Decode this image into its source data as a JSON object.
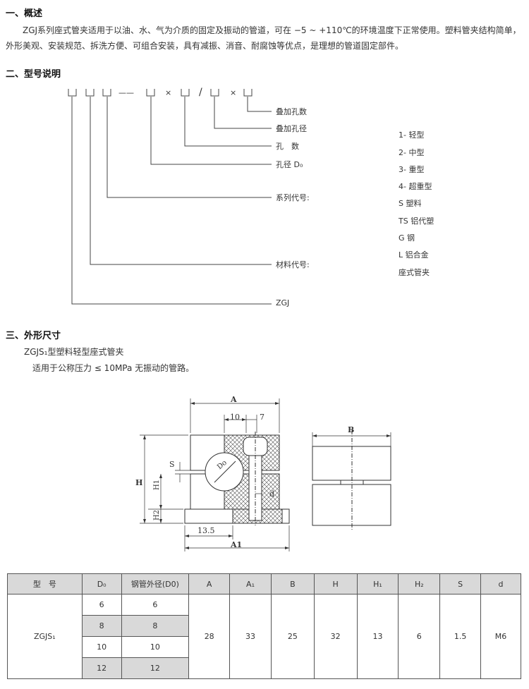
{
  "section1": {
    "title": "一、概述",
    "text": "ZGJ系列座式管夹适用于以油、水、气为介质的固定及振动的管道，可在 −5 ~ +110℃的环境温度下正常使用。塑料管夹结构简单，外形美观、安装规范、拆洗方便、可组合安装，具有减振、消音、耐腐蚀等优点，是理想的管道固定部件。"
  },
  "section2": {
    "title": "二、型号说明",
    "symbols": {
      "dash": "——",
      "times1": "×",
      "slash": "/",
      "times2": "×"
    },
    "labels": [
      "叠加孔数",
      "叠加孔径",
      "孔　数",
      "孔径 D₀",
      "系列代号:",
      "材料代号:",
      "ZGJ"
    ],
    "legend": [
      "1- 轻型",
      "2- 中型",
      "3- 重型",
      "4- 超重型",
      "S 塑料",
      "TS 铝代塑",
      "G 钢",
      "L 铝合金",
      "座式管夹"
    ]
  },
  "section3": {
    "title": "三、外形尺寸",
    "line1": "ZGJS₁型塑料轻型座式管夹",
    "line2": "适用于公称压力 ≤ 10MPa 无振动的管路。"
  },
  "drawing": {
    "A": "A",
    "dim10": "10",
    "dim7": "7",
    "S": "S",
    "Do": "Do",
    "H": "H",
    "H1": "H1",
    "H2": "H2",
    "d": "d",
    "dim13_5": "13.5",
    "A1": "A1",
    "B": "B"
  },
  "table": {
    "headers": [
      "型　号",
      "D₀",
      "钢管外径(D0)",
      "A",
      "A₁",
      "B",
      "H",
      "H₁",
      "H₂",
      "S",
      "d"
    ],
    "model": "ZGJS₁",
    "rows": [
      {
        "d0": "6",
        "od": "6"
      },
      {
        "d0": "8",
        "od": "8"
      },
      {
        "d0": "10",
        "od": "10"
      },
      {
        "d0": "12",
        "od": "12"
      }
    ],
    "values": {
      "A": "28",
      "A1": "33",
      "B": "25",
      "H": "32",
      "H1": "13",
      "H2": "6",
      "S": "1.5",
      "d": "M6"
    }
  }
}
